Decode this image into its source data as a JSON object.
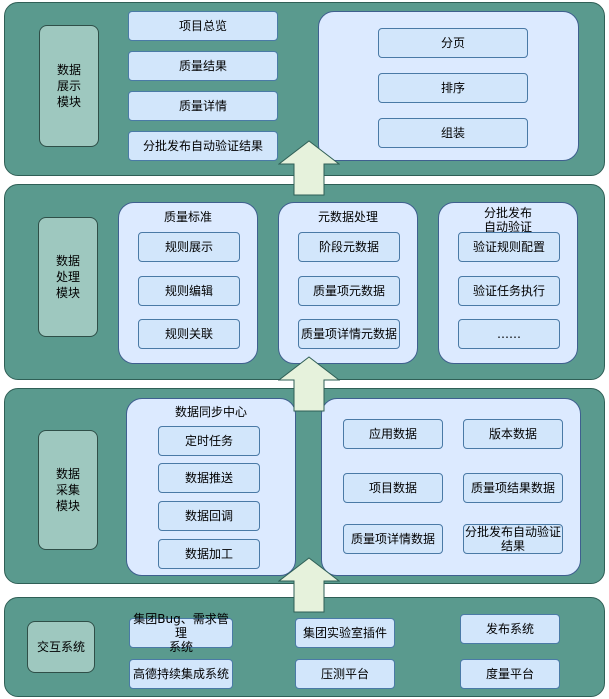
{
  "display_module": {
    "label": "数据\n展示\n模块",
    "items": [
      "项目总览",
      "质量结果",
      "质量详情",
      "分批发布自动验证结果"
    ],
    "panel_items": [
      "分页",
      "排序",
      "组装"
    ]
  },
  "processing_module": {
    "label": "数据\n处理\n模块",
    "quality_standard": {
      "title": "质量标准",
      "items": [
        "规则展示",
        "规则编辑",
        "规则关联"
      ]
    },
    "metadata": {
      "title": "元数据处理",
      "items": [
        "阶段元数据",
        "质量项元数据",
        "质量项详情元数据"
      ]
    },
    "batch_release": {
      "title": "分批发布\n自动验证",
      "items": [
        "验证规则配置",
        "验证任务执行",
        "……"
      ]
    }
  },
  "collection_module": {
    "label": "数据\n采集\n模块",
    "sync_center": {
      "title": "数据同步中心",
      "items": [
        "定时任务",
        "数据推送",
        "数据回调",
        "数据加工"
      ]
    },
    "data_items": [
      "应用数据",
      "版本数据",
      "项目数据",
      "质量项结果数据",
      "质量项详情数据",
      "分批发布自动验证\n结果"
    ]
  },
  "interaction_module": {
    "label": "交互系统",
    "items": [
      "集团Bug、需求管理\n系统",
      "集团实验室插件",
      "发布系统",
      "高德持续集成系统",
      "压测平台",
      "度量平台"
    ]
  },
  "colors": {
    "layer": "#5a9a8e",
    "label_box": "#9ec8bf",
    "panel": "#dceaff",
    "item": "#d2e6fb",
    "arrow": "#e6f2dc"
  }
}
